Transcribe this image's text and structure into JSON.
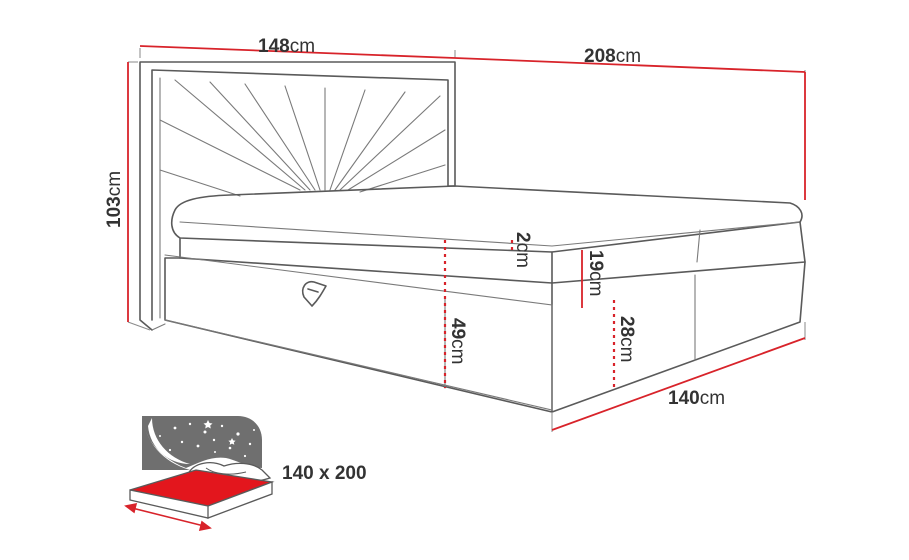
{
  "dimensions": {
    "headboard_width": {
      "number": "148",
      "unit": "cm"
    },
    "length": {
      "number": "208",
      "unit": "cm"
    },
    "height": {
      "number": "103",
      "unit": "cm"
    },
    "topper": {
      "number": "2",
      "unit": "cm"
    },
    "mattress": {
      "number": "19",
      "unit": "cm"
    },
    "frame_height": {
      "number": "49",
      "unit": "cm"
    },
    "base_height": {
      "number": "28",
      "unit": "cm"
    },
    "width": {
      "number": "140",
      "unit": "cm"
    }
  },
  "sleeping_area": {
    "label": "140 x 200"
  },
  "colors": {
    "dimension": "#d8232a",
    "outline": "#5a5a5a",
    "mattress_fill": "#e3161d",
    "stars_bg": "#6f6f6f"
  }
}
